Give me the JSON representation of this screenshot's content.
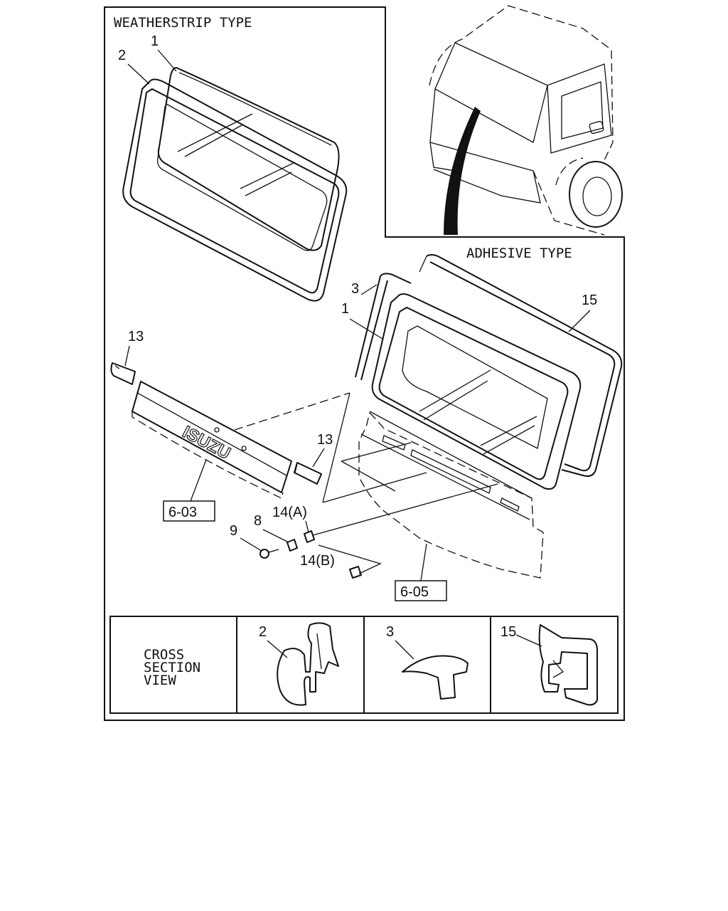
{
  "headings": {
    "weatherstrip": "WEATHERSTRIP TYPE",
    "adhesive": "ADHESIVE TYPE"
  },
  "callouts": {
    "c1_top": "1",
    "c2_top": "2",
    "c3": "3",
    "c1_mid": "1",
    "c15": "15",
    "c13_left": "13",
    "c13_right": "13",
    "c9": "9",
    "c8": "8",
    "c14a": "14(A)",
    "c14b": "14(B)"
  },
  "references": {
    "ref_603": "6-03",
    "ref_605": "6-05"
  },
  "emblem_text": "ISUZU",
  "cross_section": {
    "title_line1": "CROSS",
    "title_line2": "SECTION",
    "title_line3": "VIEW",
    "cell_2": "2",
    "cell_3": "3",
    "cell_15": "15"
  }
}
